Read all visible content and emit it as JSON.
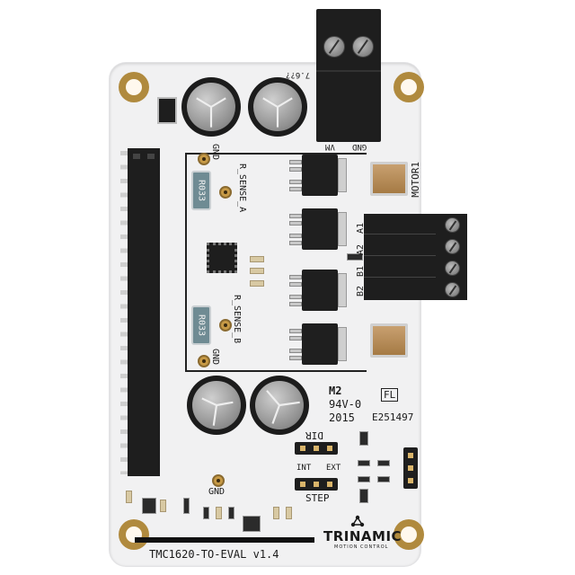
{
  "photo": {
    "subject": "Stepper motor driver evaluation PCB",
    "background_color": "#ffffff",
    "board_color": "#f1f1f2",
    "pad_color": "#b08a3e"
  },
  "silkscreen": {
    "board_name": "TMC1620-TO-EVAL v1.4",
    "power_terminal_labels": [
      "VM",
      "GND"
    ],
    "motor_label": "MOTOR1",
    "motor_pins": [
      "A1",
      "A2",
      "B1",
      "B2"
    ],
    "r_sense_a": "R_SENSE_A",
    "r_sense_b": "R_SENSE_B",
    "resistor_value": "R033",
    "gnd_label": "GND",
    "cap_marking": "7.6??",
    "ul_marking": {
      "manufacturer_code": "M2",
      "flammability": "94V-0",
      "year": "2015",
      "file_number": "E251497",
      "box_mark": "FL"
    },
    "jumper_labels": {
      "dir": "DIR",
      "step": "STEP",
      "int": "INT",
      "ext": "EXT"
    },
    "logo": {
      "brand": "TRINAMIC",
      "tagline": "MOTION CONTROL"
    }
  }
}
